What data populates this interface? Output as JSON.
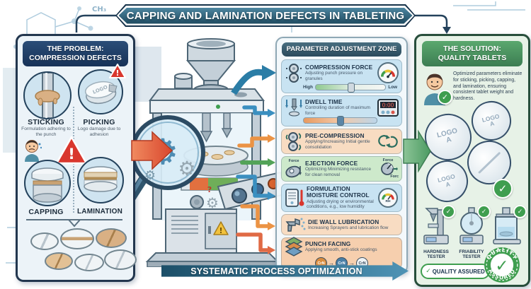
{
  "title": "CAPPING AND LAMINATION DEFECTS IN TABLETING",
  "background": {
    "ch3_label": "CH₃"
  },
  "icons": {
    "check": "✓",
    "warning_exclamation": "!",
    "gear": "⚙",
    "question_mark": "?",
    "arrow_right": "→"
  },
  "problem_panel": {
    "header_line1": "THE PROBLEM:",
    "header_line2": "COMPRESSION DEFECTS",
    "defects": [
      {
        "name": "STICKING",
        "desc": "Formulation adhering to the punch"
      },
      {
        "name": "PICKING",
        "desc": "Logo damage due to adhesion"
      },
      {
        "name": "CAPPING"
      },
      {
        "name": "LAMINATION"
      }
    ],
    "picking_tablet_text": "LOGO"
  },
  "parameter_zone": {
    "header": "PARAMETER ADJUSTMENT ZONE",
    "items": [
      {
        "title": "COMPRESSION FORCE",
        "desc": "Adjusting punch pressure on granules",
        "slider_left": "High",
        "slider_right": "Low"
      },
      {
        "title": "DWELL TIME",
        "desc": "Controlling duration of maximum force",
        "timer_display": "0:00"
      },
      {
        "title": "PRE-COMPRESSION",
        "desc": "Applying/Increasing Initial gentle consolidation"
      },
      {
        "title": "EJECTION FORCE",
        "desc": "Optimizing Minimizing resistance for clean removal",
        "force_label_1": "Force",
        "force_label_2": "Force",
        "force_label_3": "Forc"
      },
      {
        "title": "FORMULATION MOISTURE CONTROL",
        "desc": "Adjusting drying or environmental conditions, e.g., low humidity",
        "gauge_label": "RH"
      },
      {
        "title": "DIE WALL LUBRICATION",
        "desc": "Increasing Sprayers and lubrication flow"
      },
      {
        "title": "PUNCH FACING",
        "desc": "Applying smooth, anti-stick coatings",
        "coatings": [
          "CrN",
          "CrN",
          "CrN"
        ]
      }
    ]
  },
  "solution_panel": {
    "header_line1": "THE SOLUTION:",
    "header_line2": "QUALITY TABLETS",
    "description": "Optimized parameters eliminate for sticking, picking, capping, and lamination, ensuring consistent tablet weight and hardness.",
    "tablet_logo_line1": "LOGO",
    "tablet_logo_line2": "A",
    "testers": [
      {
        "label": "HARDNESS TESTER"
      },
      {
        "label": "FRIABILITY TESTER"
      }
    ],
    "quality_pill": "QUALITY ASSURED",
    "badge_top": "QUALITY",
    "badge_bottom": "ASSURED"
  },
  "bottom_banner": "SYSTEMATIC PROCESS OPTIMIZATION",
  "colors": {
    "accent_teal": "#2b7da6",
    "navy": "#1f3f63",
    "green": "#4f9e63",
    "red_arrow": "#d9472e",
    "orange_wire": "#eb9344"
  }
}
